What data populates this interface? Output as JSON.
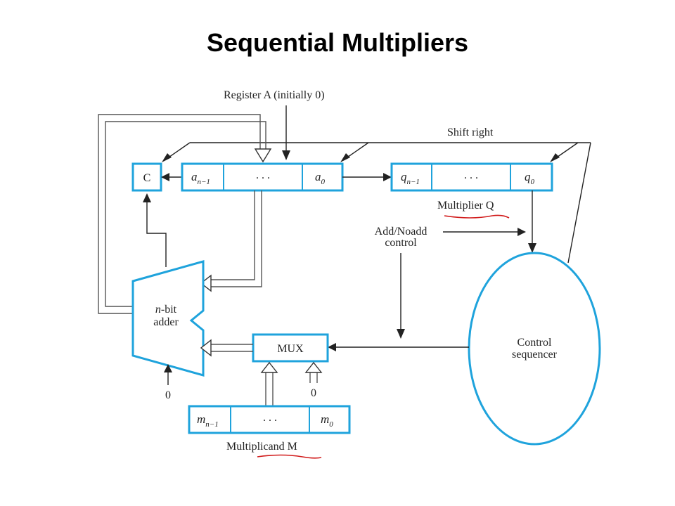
{
  "title": "Sequential Multipliers",
  "labels": {
    "register_a": "Register A  (initially 0)",
    "shift_right": "Shift right",
    "c": "C",
    "a_high_var": "a",
    "a_high_sub": "n−1",
    "a_low_var": "a",
    "a_low_sub": "0",
    "q_high_var": "q",
    "q_high_sub": "n−1",
    "q_low_var": "q",
    "q_low_sub": "0",
    "m_high_var": "m",
    "m_high_sub": "n−1",
    "m_low_var": "m",
    "m_low_sub": "0",
    "dots": ". . .",
    "multiplier_q": "Multiplier Q",
    "multiplicand_m": "Multiplicand M",
    "add_noadd_line1": "Add/Noadd",
    "add_noadd_line2": "control",
    "adder_line1_var": "n",
    "adder_line1_rest": "-bit",
    "adder_line2": "adder",
    "mux": "MUX",
    "control_line1": "Control",
    "control_line2": "sequencer",
    "zero_adder": "0",
    "zero_mux": "0"
  },
  "colors": {
    "accent": "#1fa3dc",
    "annotation": "#d11b1b"
  }
}
